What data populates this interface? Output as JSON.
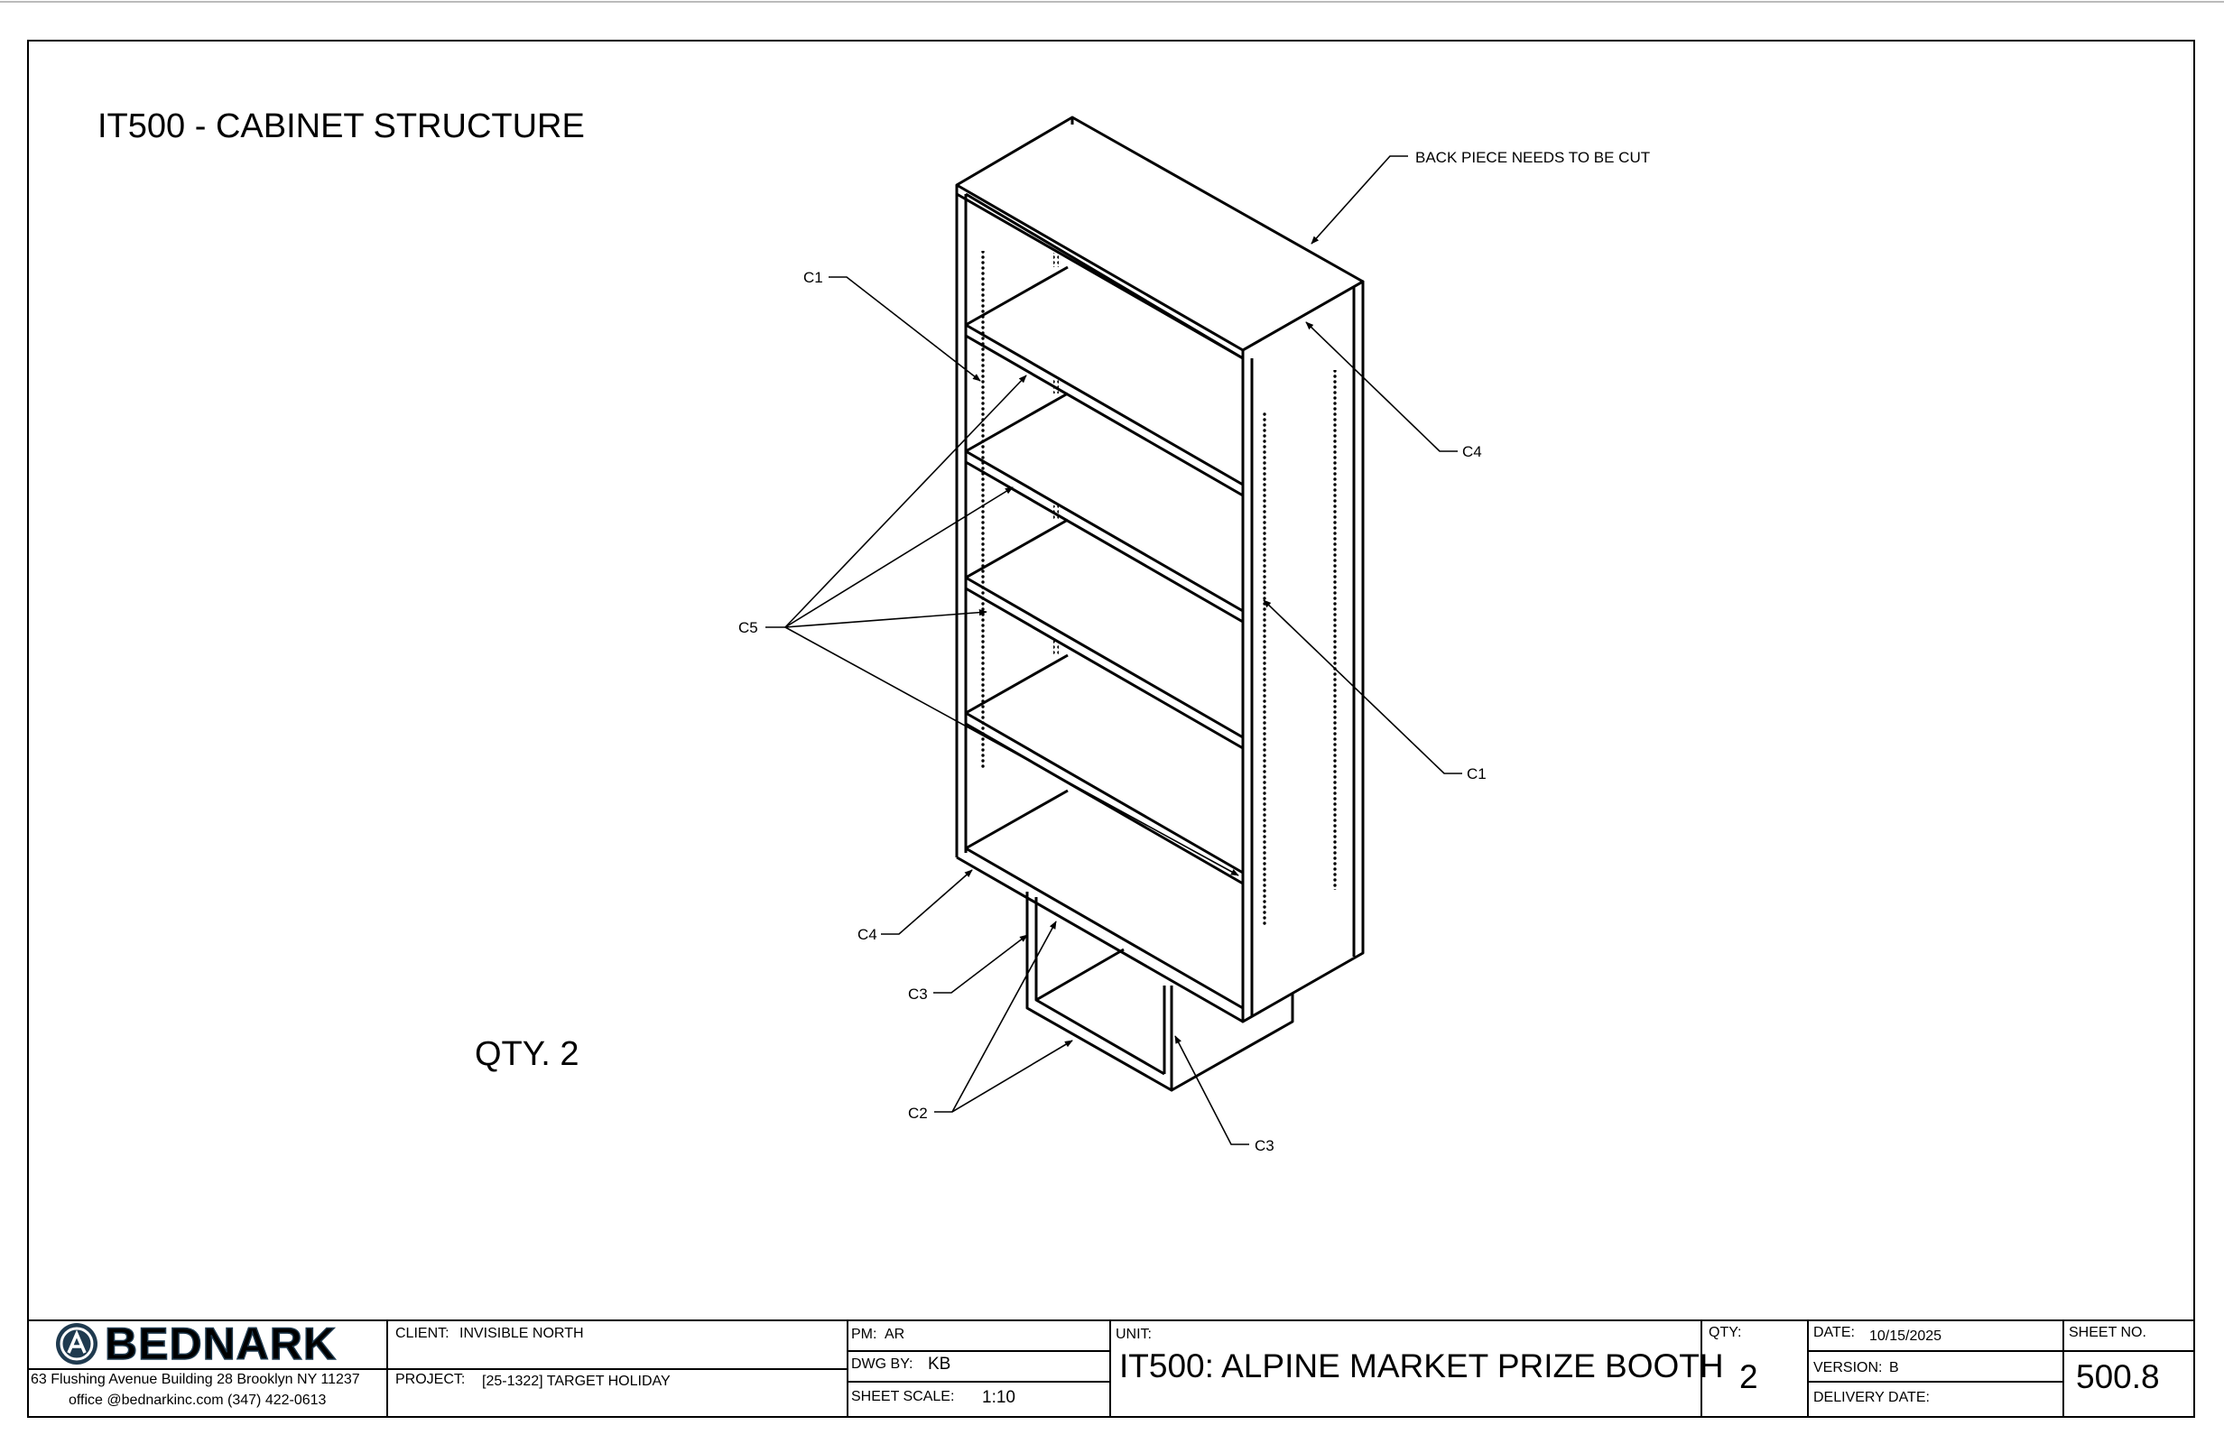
{
  "sheet_title": "IT500 - CABINET STRUCTURE",
  "quantity_note": "QTY. 2",
  "callouts": {
    "back_piece_note": "BACK PIECE NEEDS TO BE CUT",
    "c1_top": "C1",
    "c1_right": "C1",
    "c4_top": "C4",
    "c4_bottom": "C4",
    "c5": "C5",
    "c3_left": "C3",
    "c3_right": "C3",
    "c2": "C2"
  },
  "title_block": {
    "logo_text": "BEDNARK",
    "address": "63 Flushing Avenue Building 28 Brooklyn NY 11237",
    "contact": "office @bednarkinc.com   (347) 422-0613",
    "client_label": "CLIENT:",
    "client_value": "INVISIBLE NORTH",
    "project_label": "PROJECT:",
    "project_value": "[25-1322] TARGET HOLIDAY",
    "pm_label": "PM:",
    "pm_value": "AR",
    "dwg_label": "DWG BY:",
    "dwg_value": "KB",
    "scale_label": "SHEET SCALE:",
    "scale_value": "1:10",
    "unit_label": "UNIT:",
    "unit_value": "IT500: ALPINE MARKET PRIZE BOOTH",
    "qty_label": "QTY:",
    "qty_value": "2",
    "date_label": "DATE:",
    "date_value": "10/15/2025",
    "version_label": "VERSION:",
    "version_value": "B",
    "delivery_label": "DELIVERY DATE:",
    "delivery_value": "",
    "sheet_no_label": "SHEET NO.",
    "sheet_no_value": "500.8"
  },
  "colors": {
    "ink": "#000000",
    "paper": "#ffffff",
    "logo_fill": "#1f3a4f"
  }
}
